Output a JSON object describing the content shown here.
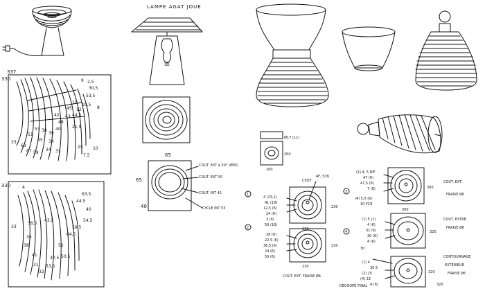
{
  "title": "LAMPE AGAT JOUE",
  "grid_top": {
    "corner_labels": [
      "337",
      "330"
    ],
    "labels": [
      "9",
      "2,5",
      "30,5",
      "53,5",
      "8",
      "19,5",
      "10",
      "12",
      "45",
      "44,5",
      "43",
      "42",
      "48",
      "21,5",
      "40",
      "39",
      "38",
      "53",
      "51",
      "35",
      "34",
      "33",
      "63",
      "67",
      "59",
      "34",
      "33",
      "25",
      "7,5",
      "10"
    ]
  },
  "grid_bottom": {
    "corner_labels": [
      "330",
      "4"
    ],
    "labels": [
      "63,5",
      "44,5",
      "40",
      "54,5",
      "59,5",
      "64,5",
      "33",
      "36,5",
      "43,5",
      "52",
      "38",
      "41",
      "36",
      "37,5",
      "50,5",
      "53,5",
      "31",
      "32"
    ]
  },
  "square_plan": {
    "dim_labels": [
      "65",
      "65",
      "40"
    ],
    "callouts": [
      "COUT. EXT à 30° VERS",
      "COUT. EXT 50",
      "COUT. INT 42",
      "CYCLE INT 53"
    ]
  },
  "small_block": {
    "labels": [
      "100",
      "200",
      "Ø17 (11)",
      "100"
    ]
  },
  "step_1": {
    "number": "1",
    "labels": [
      "4 (23,1)",
      "41 (19)",
      "12,5 (6)",
      "24 (6)",
      "2 (6)",
      "50 (16)"
    ],
    "top_labels": [
      "CEOT",
      "4F, 5(3)"
    ],
    "dims": [
      "230",
      "230"
    ]
  },
  "step_2": {
    "number": "2",
    "labels": [
      "28 (6)",
      "22,5 (6)",
      "36,5 (6)",
      "24 (6)",
      "50 (6)"
    ],
    "dims": [
      "230",
      "230"
    ],
    "caption": "COUT. EXT.   FRAISE Ø6"
  },
  "step_3": {
    "number": "3",
    "labels": [
      "(1) 4, 5 RIF",
      "47 (6)",
      "47,5 (6)",
      "7 (6)",
      "(4) 5,5 (6)",
      "30 FCE"
    ],
    "dims": [
      "300",
      "300"
    ],
    "caption": [
      "COUT. EXT.",
      "FRAISE Ø6"
    ]
  },
  "step_4": {
    "number": "4",
    "labels": [
      "(1) 5 (1)",
      "4 (6)",
      "31 (6)",
      "30 (6)",
      "4 (6)"
    ],
    "dims": [
      "320",
      "30"
    ],
    "caption": [
      "COUT. EXTRE.",
      "FRAISE Ø6"
    ]
  },
  "step_5": {
    "labels": [
      "(1) 4",
      "30 5",
      "(2) 25",
      "(4) 32",
      "4 (6)"
    ],
    "dims": [
      "320",
      "320"
    ],
    "caption": [
      "CONTOURNAGE",
      "EXTÉRIEUR",
      "FRAISE Ø6"
    ],
    "footer": "DÉCOUPE FINAL"
  }
}
